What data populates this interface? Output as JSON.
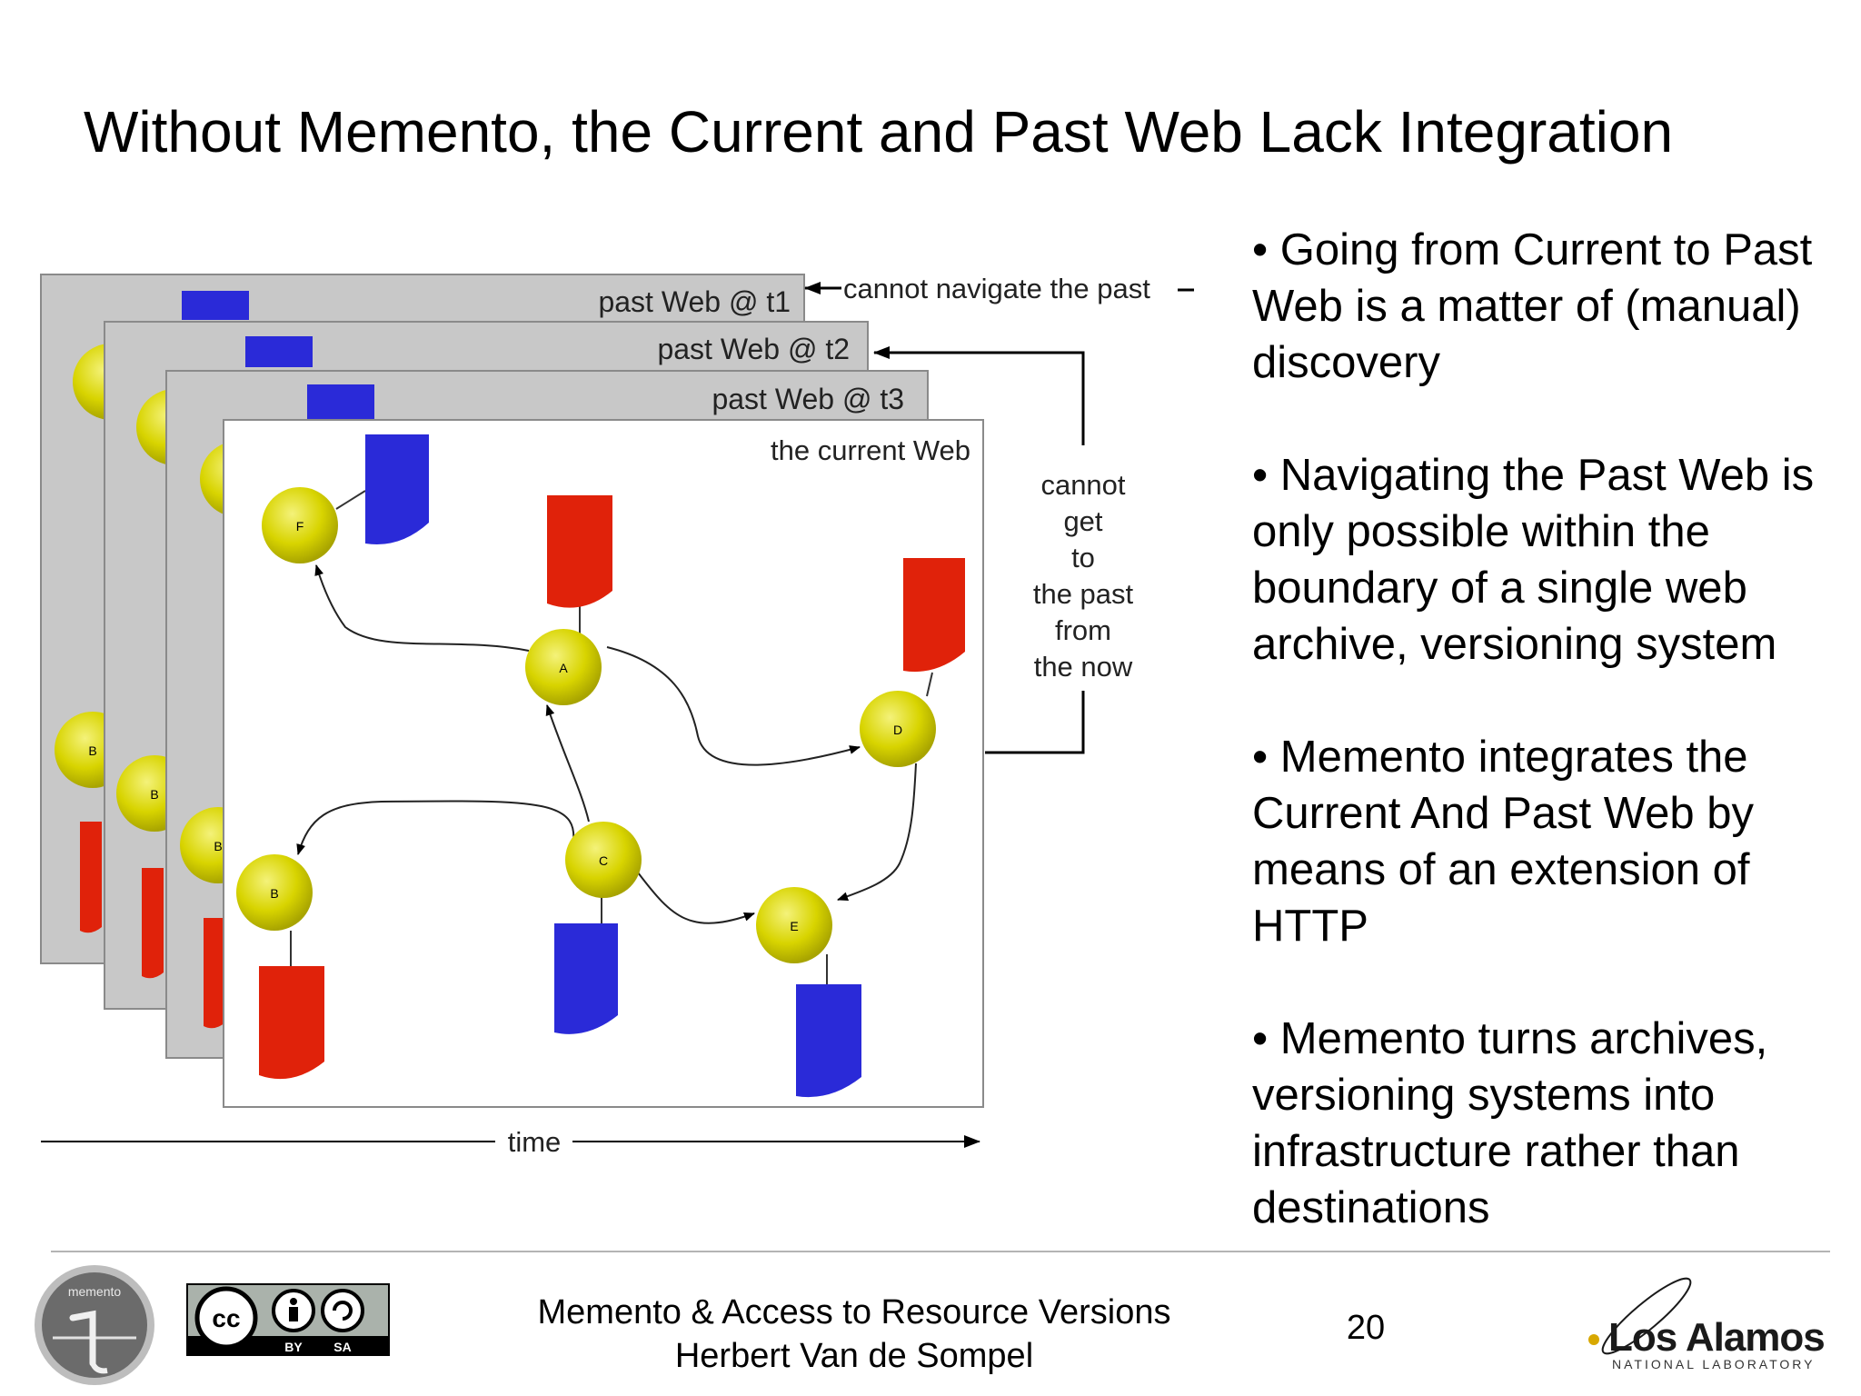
{
  "slide": {
    "title": "Without Memento, the Current and Past Web Lack Integration",
    "bullets": [
      "• Going from Current to Past Web is a matter of (manual) discovery",
      "• Navigating the Past Web is only possible within the boundary of a single web archive, versioning system",
      "• Memento integrates the Current And Past Web by means of an extension of HTTP",
      "• Memento turns archives, versioning systems into infrastructure rather than destinations"
    ]
  },
  "diagram": {
    "layers": {
      "t1": "past Web @ t1",
      "t2": "past Web @ t2",
      "t3": "past Web @ t3",
      "current": "the current Web"
    },
    "annotations": {
      "cannot_navigate": "cannot navigate the past",
      "cannot_get_lines": [
        "cannot",
        "get",
        "to",
        "the past",
        "from",
        "the now"
      ],
      "time": "time"
    },
    "nodes": {
      "F": "F",
      "A": "A",
      "D": "D",
      "C": "C",
      "B": "B",
      "E": "E",
      "B1": "B",
      "B2": "B",
      "B3": "B"
    },
    "colors": {
      "node_yellow": "#d8d400",
      "doc_red": "#e0220a",
      "doc_blue": "#2a2ad8",
      "past_layer_gray": "#c8c8c8"
    }
  },
  "footer": {
    "line1": "Memento & Access to Resource Versions",
    "line2": "Herbert Van de Sompel",
    "page": "20",
    "left_logo_text": "memento",
    "cc_labels": {
      "cc": "cc",
      "by": "BY",
      "sa": "SA"
    },
    "lab_name": "Los Alamos",
    "lab_sub": "NATIONAL LABORATORY"
  }
}
